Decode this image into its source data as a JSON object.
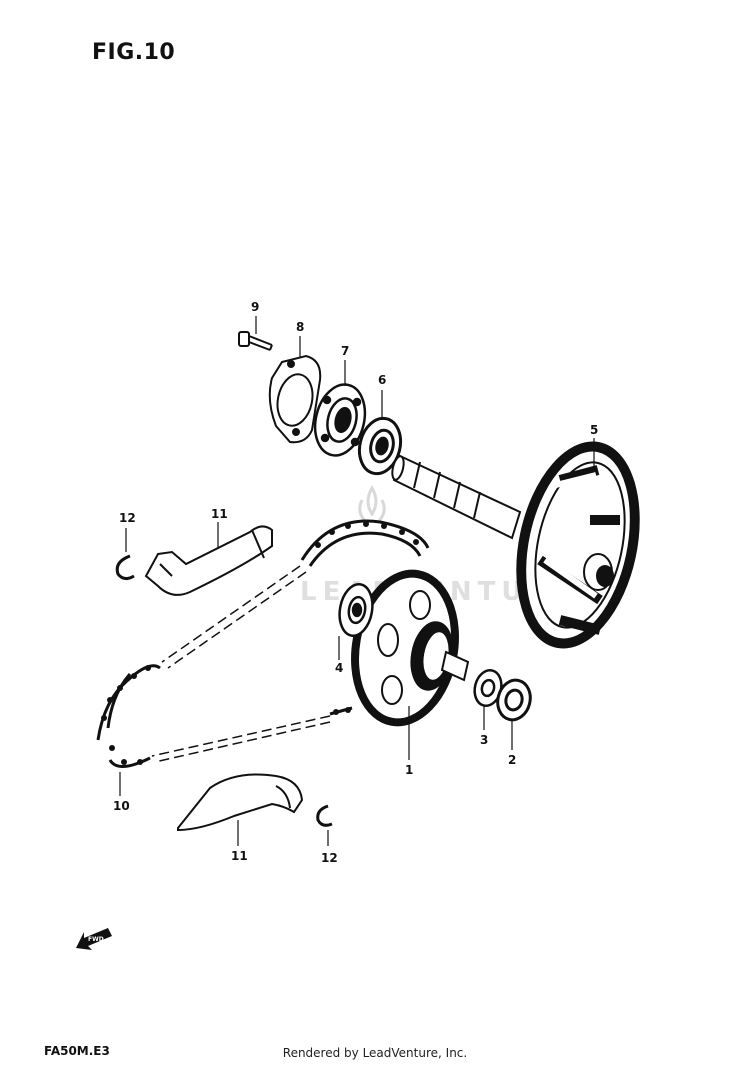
{
  "figure": {
    "title": "FIG.10"
  },
  "callouts": {
    "c1": "1",
    "c2": "2",
    "c3": "3",
    "c4": "4",
    "c5": "5",
    "c6": "6",
    "c7": "7",
    "c8": "8",
    "c9": "9",
    "c10": "10",
    "c11a": "11",
    "c11b": "11",
    "c12a": "12",
    "c12b": "12"
  },
  "watermark": "LEADVENTURE",
  "direction_marker": "FWD",
  "model_code": "FA50M.E3",
  "footer": "Rendered by LeadVenture, Inc."
}
